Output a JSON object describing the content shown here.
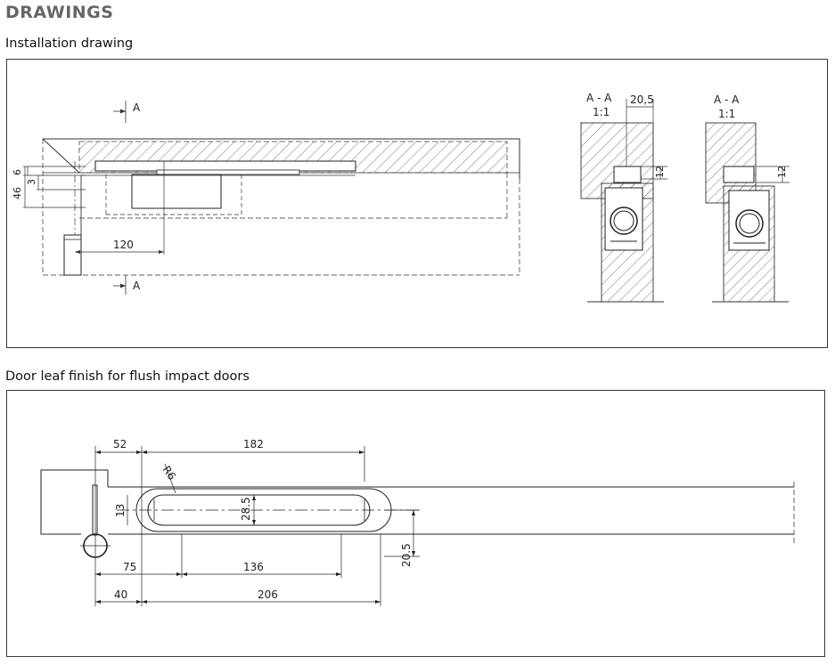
{
  "page": {
    "title": "DRAWINGS",
    "section1_title": "Installation drawing",
    "section2_title": "Door leaf finish for flush impact doors"
  },
  "installation": {
    "dims": {
      "d6": "6",
      "d3": "3",
      "d46": "46",
      "d120": "120"
    },
    "section_marker": "A",
    "section_aa": {
      "label": "A - A",
      "scale": "1:1",
      "dim_205": "20,5",
      "dim_12": "12"
    },
    "section_aa_2": {
      "label": "A - A",
      "scale": "1:1",
      "dim_12": "12"
    }
  },
  "door_leaf": {
    "dims": {
      "d52": "52",
      "d182": "182",
      "r6": "R6",
      "d13": "13",
      "d285": "28.5",
      "d205": "20.5",
      "d75": "75",
      "d136": "136",
      "d40": "40",
      "d206": "206"
    }
  },
  "colors": {
    "heading": "#666666",
    "frame": "#2f3a42",
    "line": "#222222"
  }
}
